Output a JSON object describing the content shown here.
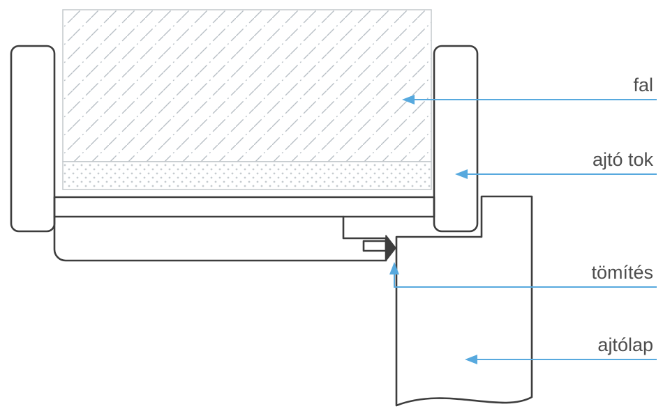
{
  "diagram": {
    "type": "technical-cross-section",
    "subject": "door frame installation cross-section",
    "labels": {
      "wall": "fal",
      "frame": "ajtó tok",
      "seal": "tömítés",
      "leaf": "ajtólap"
    },
    "colors": {
      "accent": "#57a9de",
      "line": "#3d3d3d",
      "hatch": "#b9c0c6",
      "light_border": "#c3c8cc",
      "dots": "#c6cbcf",
      "text": "#4d4d4d"
    }
  }
}
